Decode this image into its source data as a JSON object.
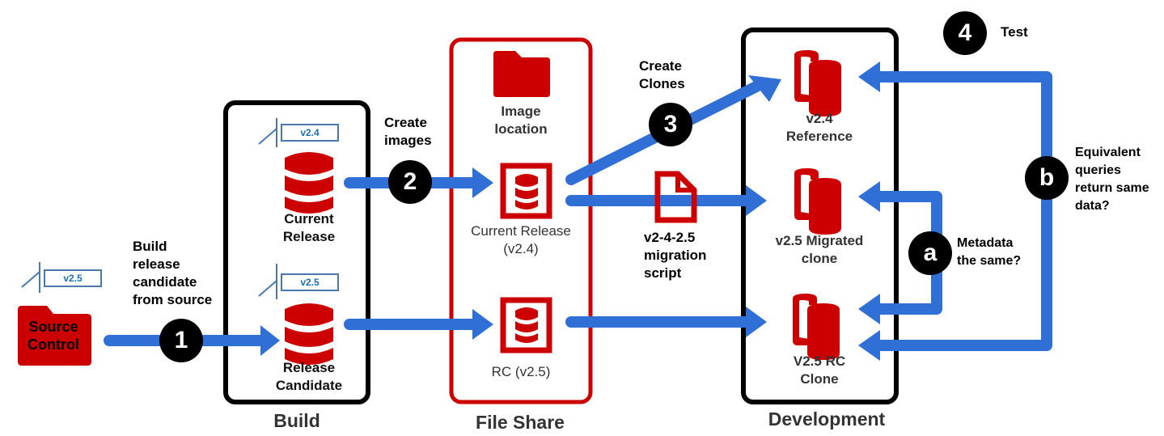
{
  "colors": {
    "arrow": "#2f6fd6",
    "red": "#cc0000",
    "black": "#000000",
    "tag_border": "#4a78a8",
    "tag_text": "#1d6fb8",
    "text_gray": "#333333"
  },
  "source_control": {
    "label_line1": "Source",
    "label_line2": "Control",
    "icon": "folder-icon",
    "tag": "v2.5",
    "tag_icon": "git-branch-tag-icon"
  },
  "steps": {
    "step1": {
      "number": "1",
      "label_lines": [
        "Build",
        "release",
        "candidate",
        "from source"
      ]
    },
    "step2": {
      "number": "2",
      "label_lines": [
        "Create",
        "images"
      ]
    },
    "step3": {
      "number": "3",
      "label_lines": [
        "Create",
        "Clones"
      ]
    },
    "step4": {
      "number": "4",
      "label": "Test"
    }
  },
  "checks": {
    "a": {
      "letter": "a",
      "label_lines": [
        "Metadata",
        "the same?"
      ]
    },
    "b": {
      "letter": "b",
      "label_lines": [
        "Equivalent",
        "queries",
        "return same",
        "data?"
      ]
    }
  },
  "build": {
    "title": "Build",
    "current_release": {
      "tag": "v2.4",
      "label_lines": [
        "Current",
        "Release"
      ],
      "icon": "database-icon"
    },
    "release_candidate": {
      "tag": "v2.5",
      "label_lines": [
        "Release",
        "Candidate"
      ],
      "icon": "database-icon"
    }
  },
  "file_share": {
    "title": "File Share",
    "image_location": {
      "label_lines": [
        "Image",
        "location"
      ],
      "icon": "folder-icon"
    },
    "current_release_image": {
      "label_lines": [
        "Current Release",
        "(v2.4)"
      ],
      "icon": "database-image-icon"
    },
    "rc_image": {
      "label": "RC (v2.5)",
      "icon": "database-image-icon"
    }
  },
  "migration_script": {
    "label_lines": [
      "v2-4-2.5",
      "migration",
      "script"
    ],
    "icon": "document-icon"
  },
  "development": {
    "title": "Development",
    "clones": [
      {
        "label_lines": [
          "v2.4",
          "Reference"
        ],
        "icon": "database-clone-icon"
      },
      {
        "label_lines": [
          "v2.5 Migrated",
          "clone"
        ],
        "icon": "database-clone-icon"
      },
      {
        "label_lines": [
          "V2.5 RC",
          "Clone"
        ],
        "icon": "database-clone-icon"
      }
    ]
  }
}
